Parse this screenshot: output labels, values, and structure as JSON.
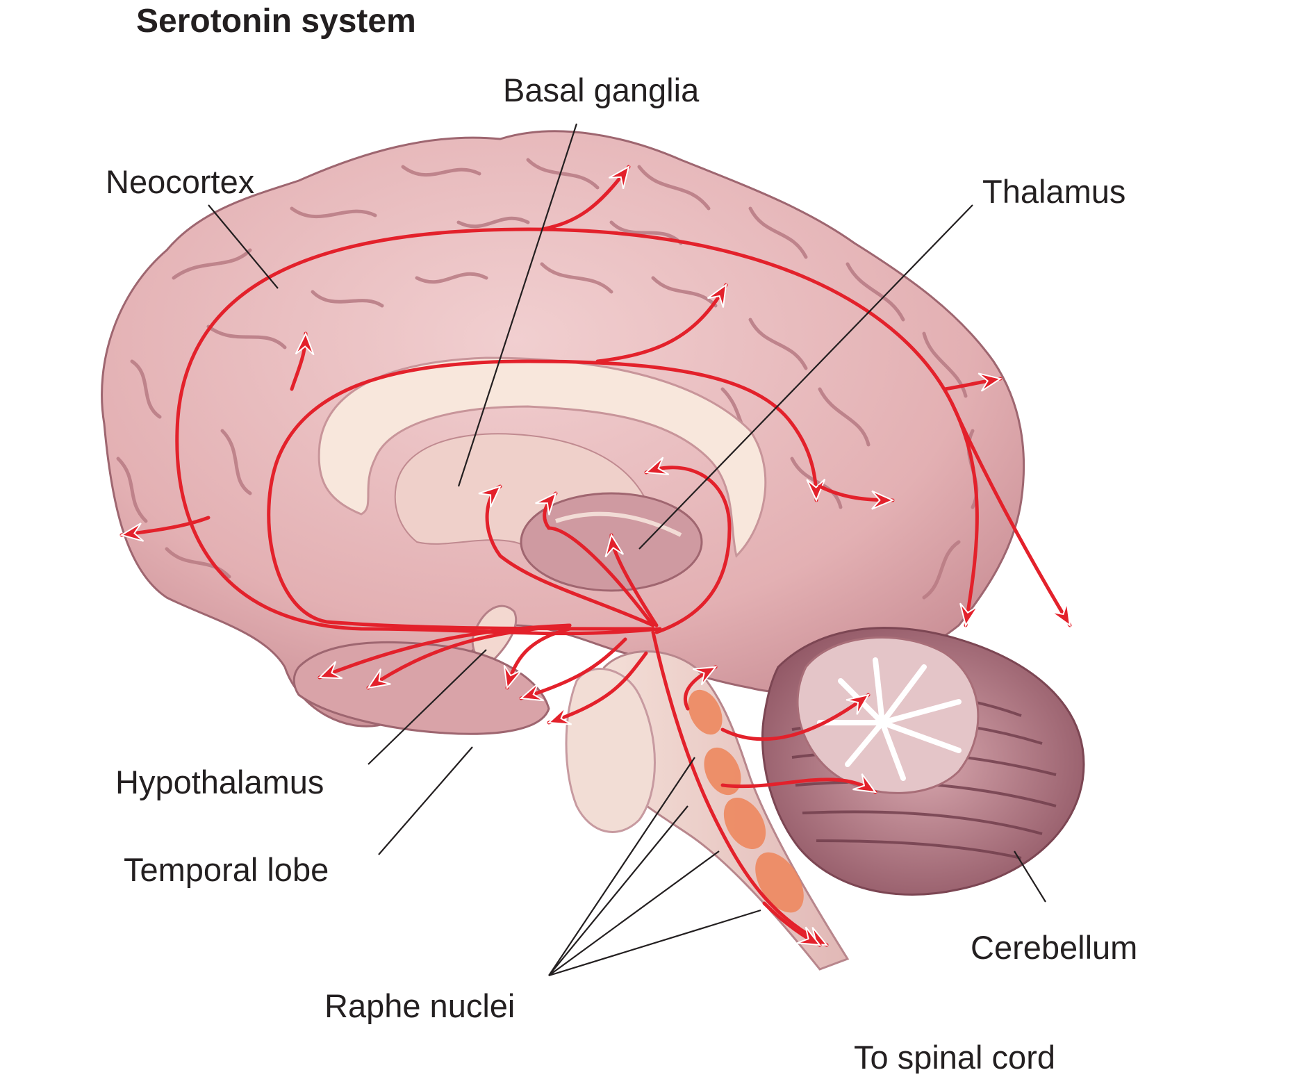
{
  "title": "Serotonin system",
  "labels": {
    "basal_ganglia": "Basal ganglia",
    "neocortex": "Neocortex",
    "thalamus": "Thalamus",
    "hypothalamus": "Hypothalamus",
    "temporal_lobe": "Temporal lobe",
    "cerebellum": "Cerebellum",
    "raphe_nuclei": "Raphe nuclei",
    "to_spinal_cord": "To spinal cord"
  },
  "colors": {
    "pathway": "#e3212b",
    "nuclei": "#ee8a62",
    "brain": "#e2b2b4",
    "brain_dark": "#b07078",
    "white_matter": "#f6ddd2",
    "leader": "#231f20"
  }
}
